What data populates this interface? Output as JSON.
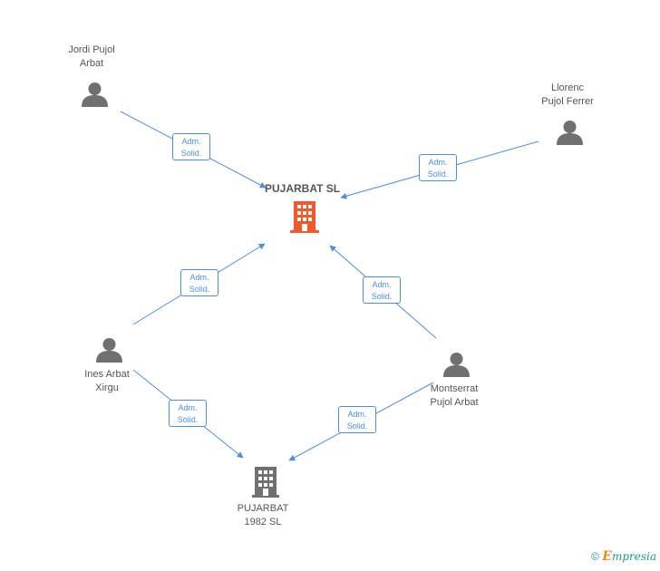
{
  "colors": {
    "edge": "#4a90e2",
    "person": "#707070",
    "company_main": "#f05a28",
    "company": "#707070",
    "text": "#555555"
  },
  "persons": [
    {
      "id": "jordi",
      "line1": "Jordi Pujol",
      "line2": "Arbat"
    },
    {
      "id": "llorenc",
      "line1": "Llorenc",
      "line2": "Pujol Ferrer"
    },
    {
      "id": "ines",
      "line1": "Ines Arbat",
      "line2": "Xirgu"
    },
    {
      "id": "montserrat",
      "line1": "Montserrat",
      "line2": "Pujol Arbat"
    }
  ],
  "companies": [
    {
      "id": "pujarbat",
      "name": "PUJARBAT SL"
    },
    {
      "id": "pujarbat1982",
      "line1": "PUJARBAT",
      "line2": "1982 SL"
    }
  ],
  "relations": [
    {
      "line1": "Adm.",
      "line2": "Solid."
    },
    {
      "line1": "Adm.",
      "line2": "Solid."
    },
    {
      "line1": "Adm.",
      "line2": "Solid."
    },
    {
      "line1": "Adm.",
      "line2": "Solid."
    },
    {
      "line1": "Adm.",
      "line2": "Solid."
    },
    {
      "line1": "Adm.",
      "line2": "Solid."
    }
  ],
  "footer": {
    "copyright": "©",
    "brand_e": "E",
    "brand_rest": "mpresia"
  }
}
